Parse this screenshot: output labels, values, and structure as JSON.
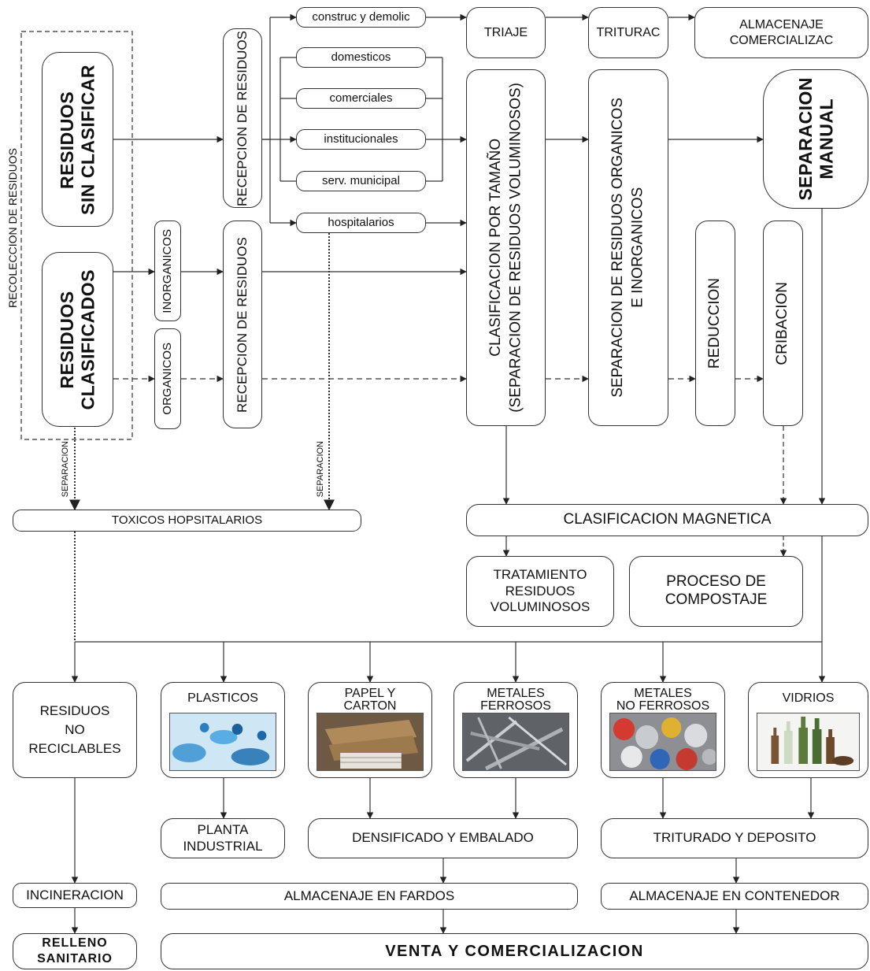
{
  "side_label": "RECOLECCION DE RESIDUOS",
  "sources": {
    "unclassified": "RESIDUOS\nSIN CLASIFICAR",
    "classified": "RESIDUOS\nCLASIFICADOS"
  },
  "reception": {
    "top": "RECEPCION DE RESIDUOS",
    "bottom": "RECEPCION DE RESIDUOS",
    "inorganic": "INORGANICOS",
    "organic": "ORGANICOS"
  },
  "categories": [
    "construc y demolic",
    "domesticos",
    "comerciales",
    "institucionales",
    "serv. municipal",
    "hospitalarios"
  ],
  "top_chain": {
    "sorting": "TRIAJE",
    "crushing": "TRITURAC",
    "storage": "ALMACENAJE\nCOMERCIALIZAC"
  },
  "processes": {
    "size_classification": "CLASIFICACION POR TAMAÑO\n(SEPARACION DE RESIDUOS VOLUMINOSOS)",
    "organic_separation": "SEPARACION DE RESIDUOS ORGANICOS\nE INORGANICOS",
    "manual_separation": "SEPARACION\nMANUAL",
    "reduction": "REDUCCION",
    "screening": "CRIBACION"
  },
  "separation_labels": [
    "SEPARACION",
    "SEPARACION"
  ],
  "toxic": "TOXICOS HOPSITALARIOS",
  "magnetic": "CLASIFICACION  MAGNETICA",
  "bulky_treatment": "TRATAMIENTO\nRESIDUOS\nVOLUMINOSOS",
  "composting": "PROCESO DE\nCOMPOSTAJE",
  "outputs": {
    "non_recyclable": "RESIDUOS\nNO\nRECICLABLES",
    "plastics": "PLASTICOS",
    "paper": "PAPEL Y\nCARTON",
    "ferrous": "METALES\nFERROSOS",
    "non_ferrous": "METALES\nNO FERROSOS",
    "glass": "VIDRIOS"
  },
  "stage2": {
    "industrial": "PLANTA\nINDUSTRIAL",
    "baling": "DENSIFICADO Y EMBALADO",
    "crush_deposit": "TRITURADO Y DEPOSITO"
  },
  "stage3": {
    "incineration": "INCINERACION",
    "bale_storage": "ALMACENAJE EN FARDOS",
    "container_storage": "ALMACENAJE EN CONTENEDOR"
  },
  "final": {
    "landfill": "RELLENO\nSANITARIO",
    "sale": "VENTA Y COMERCIALIZACION"
  },
  "colors": {
    "line": "#333333",
    "plastic": "#2f8fcf",
    "cardboard": "#8a6a45",
    "metal": "#8c8f94",
    "glass": "#5b7a3c"
  }
}
